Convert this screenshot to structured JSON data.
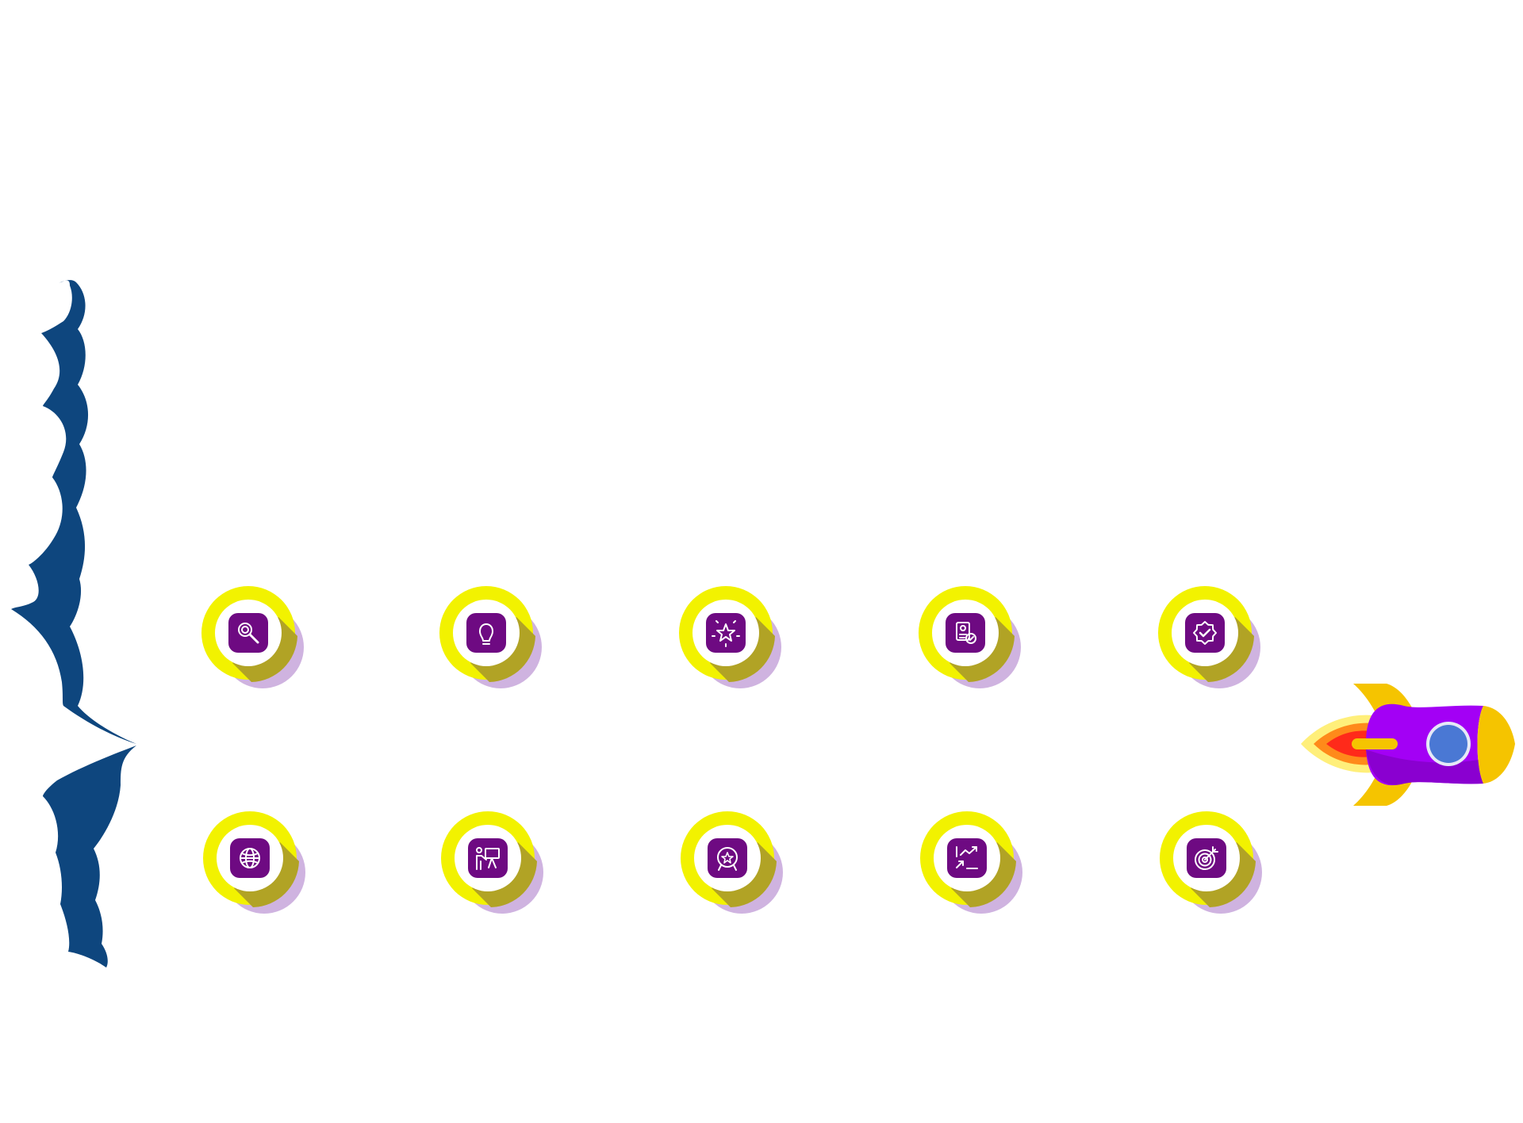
{
  "colors": {
    "background": "#ffffff",
    "cloud": "#0e467e",
    "cloud_dark": "#0a3668",
    "ring": "#f2f200",
    "ring_shadow": "#b1a325",
    "drop_shadow": "#b58ad0",
    "disc": "#ffffff",
    "icon_tile": "#6e0a82",
    "icon_glyph": "#ffffff",
    "rocket_body": "#a300f5",
    "rocket_body_dark": "#8a00d0",
    "rocket_fin": "#f5c400",
    "rocket_nose": "#f5c400",
    "rocket_window": "#4a78d4",
    "rocket_window_rim": "#e6e9f7",
    "flame_outer": "#ffef7a",
    "flame_mid": "#ff8a1a",
    "flame_inner": "#ff2a1a",
    "flame_core": "#f5c400"
  },
  "rows": [
    {
      "name": "top",
      "icons": [
        {
          "icon": "magnifier-icon"
        },
        {
          "icon": "lightbulb-icon"
        },
        {
          "icon": "star-sparkle-icon"
        },
        {
          "icon": "resume-check-icon"
        },
        {
          "icon": "verified-badge-icon"
        }
      ]
    },
    {
      "name": "bottom",
      "icons": [
        {
          "icon": "globe-icon"
        },
        {
          "icon": "presentation-icon"
        },
        {
          "icon": "star-medal-icon"
        },
        {
          "icon": "growth-chart-icon"
        },
        {
          "icon": "target-icon"
        }
      ]
    }
  ],
  "decorations": {
    "left": "smoke-cloud",
    "right": "rocket"
  }
}
